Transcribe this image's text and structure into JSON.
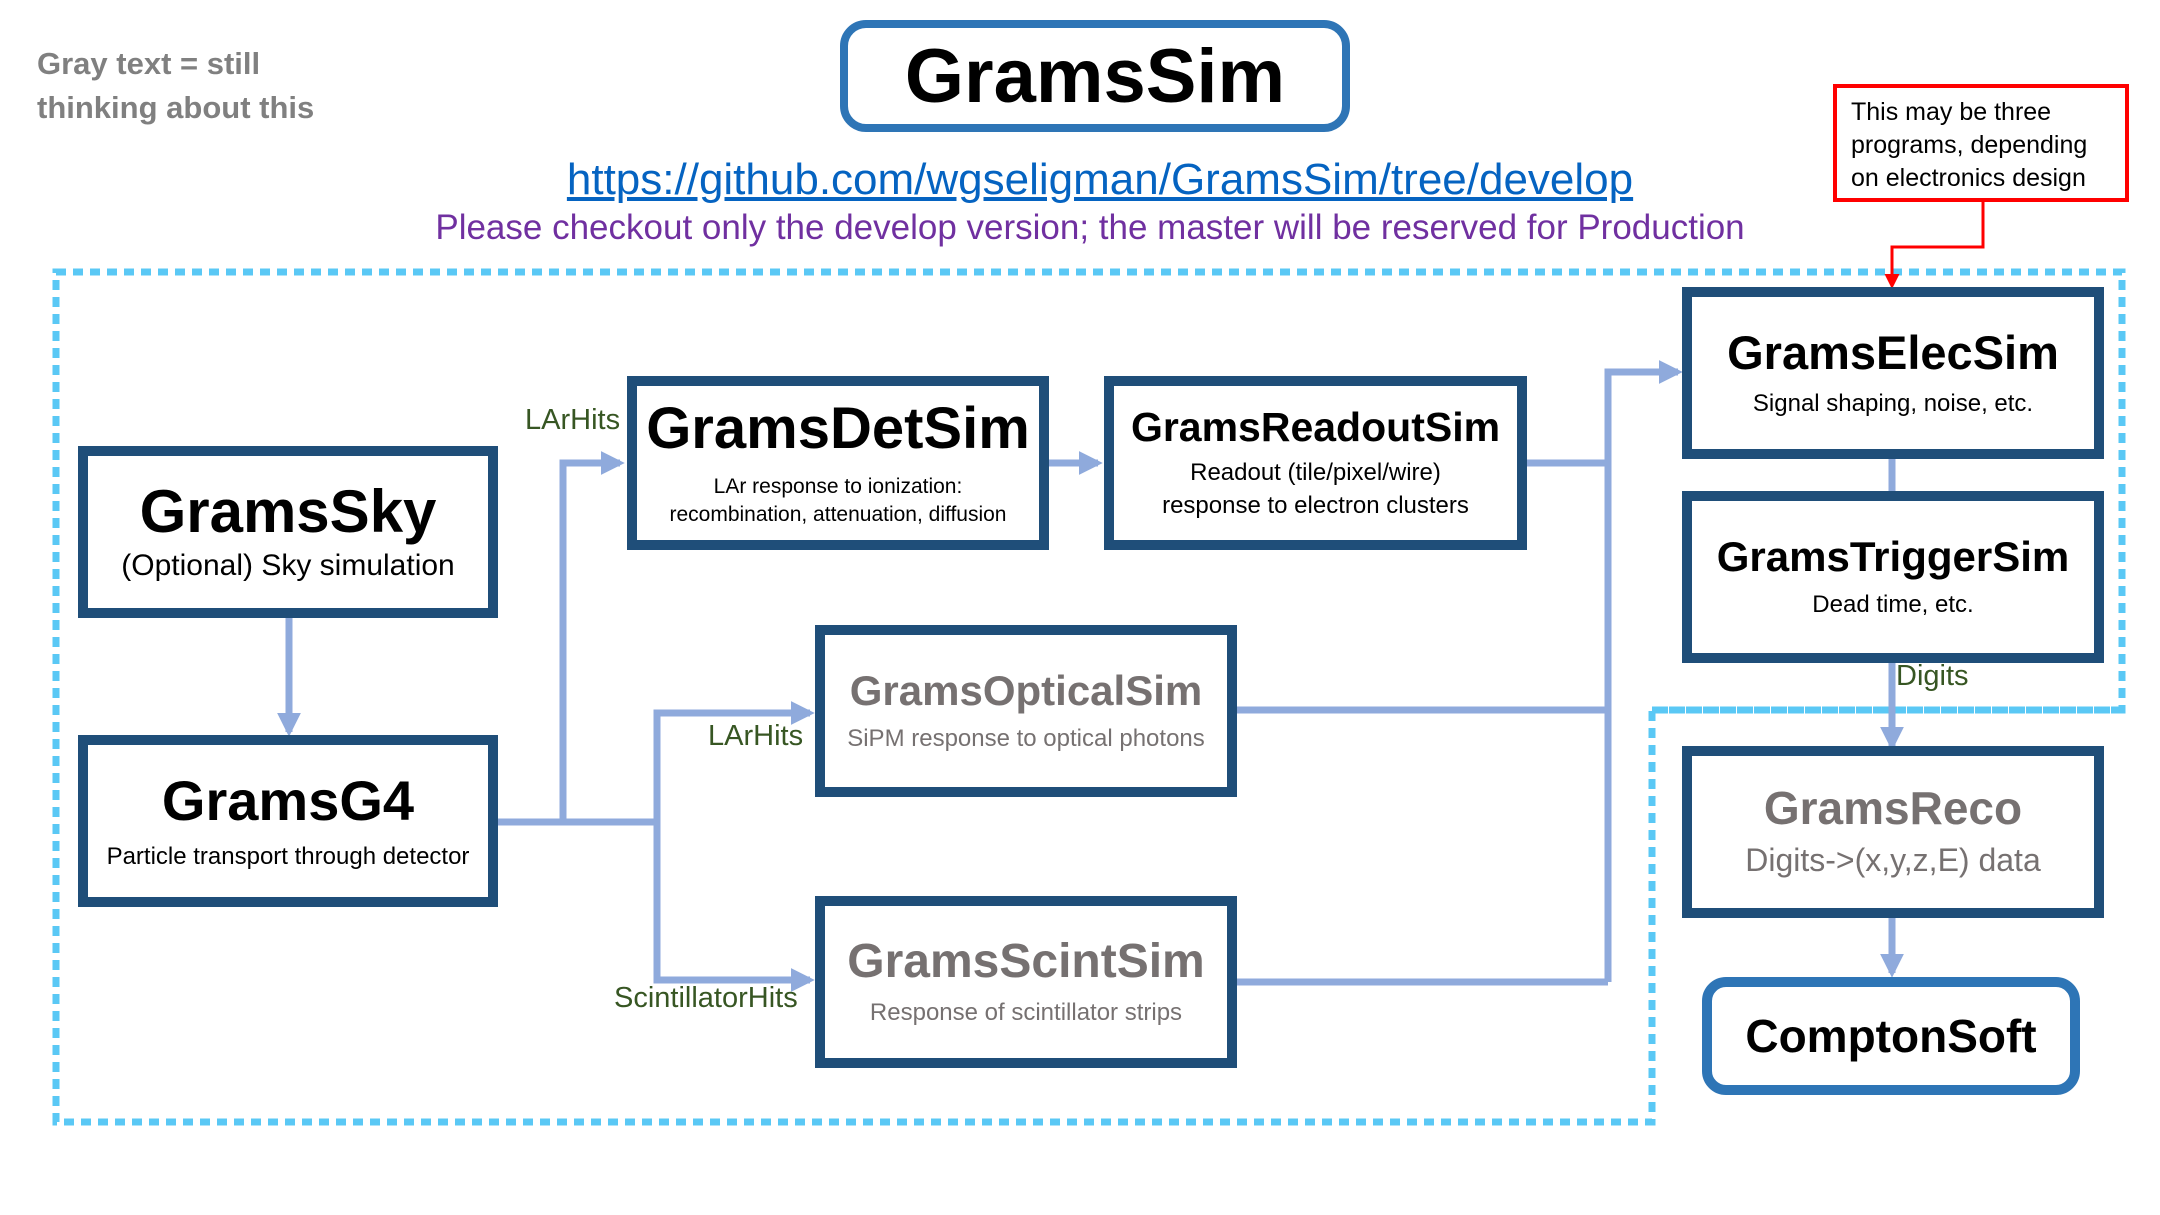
{
  "note": {
    "line1": "Gray text = still",
    "line2": "thinking about this"
  },
  "title": "GramsSim",
  "url": "https://github.com/wgseligman/GramsSim/tree/develop",
  "subtitle": "Please checkout only the develop version; the master will be reserved for Production",
  "callout": {
    "line1": "This may be three",
    "line2": "programs, depending",
    "line3": "on electronics design"
  },
  "nodes": {
    "sky": {
      "name": "GramsSky",
      "desc": "(Optional) Sky simulation"
    },
    "g4": {
      "name": "GramsG4",
      "desc": "Particle transport through detector"
    },
    "detsim": {
      "name": "GramsDetSim",
      "desc1": "LAr response to ionization:",
      "desc2": "recombination, attenuation, diffusion"
    },
    "readout": {
      "name": "GramsReadoutSim",
      "desc1": "Readout (tile/pixel/wire)",
      "desc2": "response to electron clusters"
    },
    "optical": {
      "name": "GramsOpticalSim",
      "desc": "SiPM response to optical photons"
    },
    "scint": {
      "name": "GramsScintSim",
      "desc": "Response of scintillator strips"
    },
    "elec": {
      "name": "GramsElecSim",
      "desc": "Signal shaping, noise, etc."
    },
    "trigger": {
      "name": "GramsTriggerSim",
      "desc": "Dead time, etc."
    },
    "reco": {
      "name": "GramsReco",
      "desc": "Digits->(x,y,z,E) data"
    },
    "compton": {
      "name": "ComptonSoft"
    }
  },
  "edge_labels": {
    "larhits_top": "LArHits",
    "larhits_mid": "LArHits",
    "scint_hits": "ScintillatorHits",
    "digits": "Digits"
  },
  "colors": {
    "node_border": "#1f4e79",
    "rounded_border": "#2e75b6",
    "connector": "#8faadc",
    "dashed_region": "#5ac8f5",
    "callout_border": "#ff0000",
    "pending_text": "#767171",
    "edge_label": "#375623",
    "url": "#0563c1",
    "subtitle": "#7030a0"
  }
}
